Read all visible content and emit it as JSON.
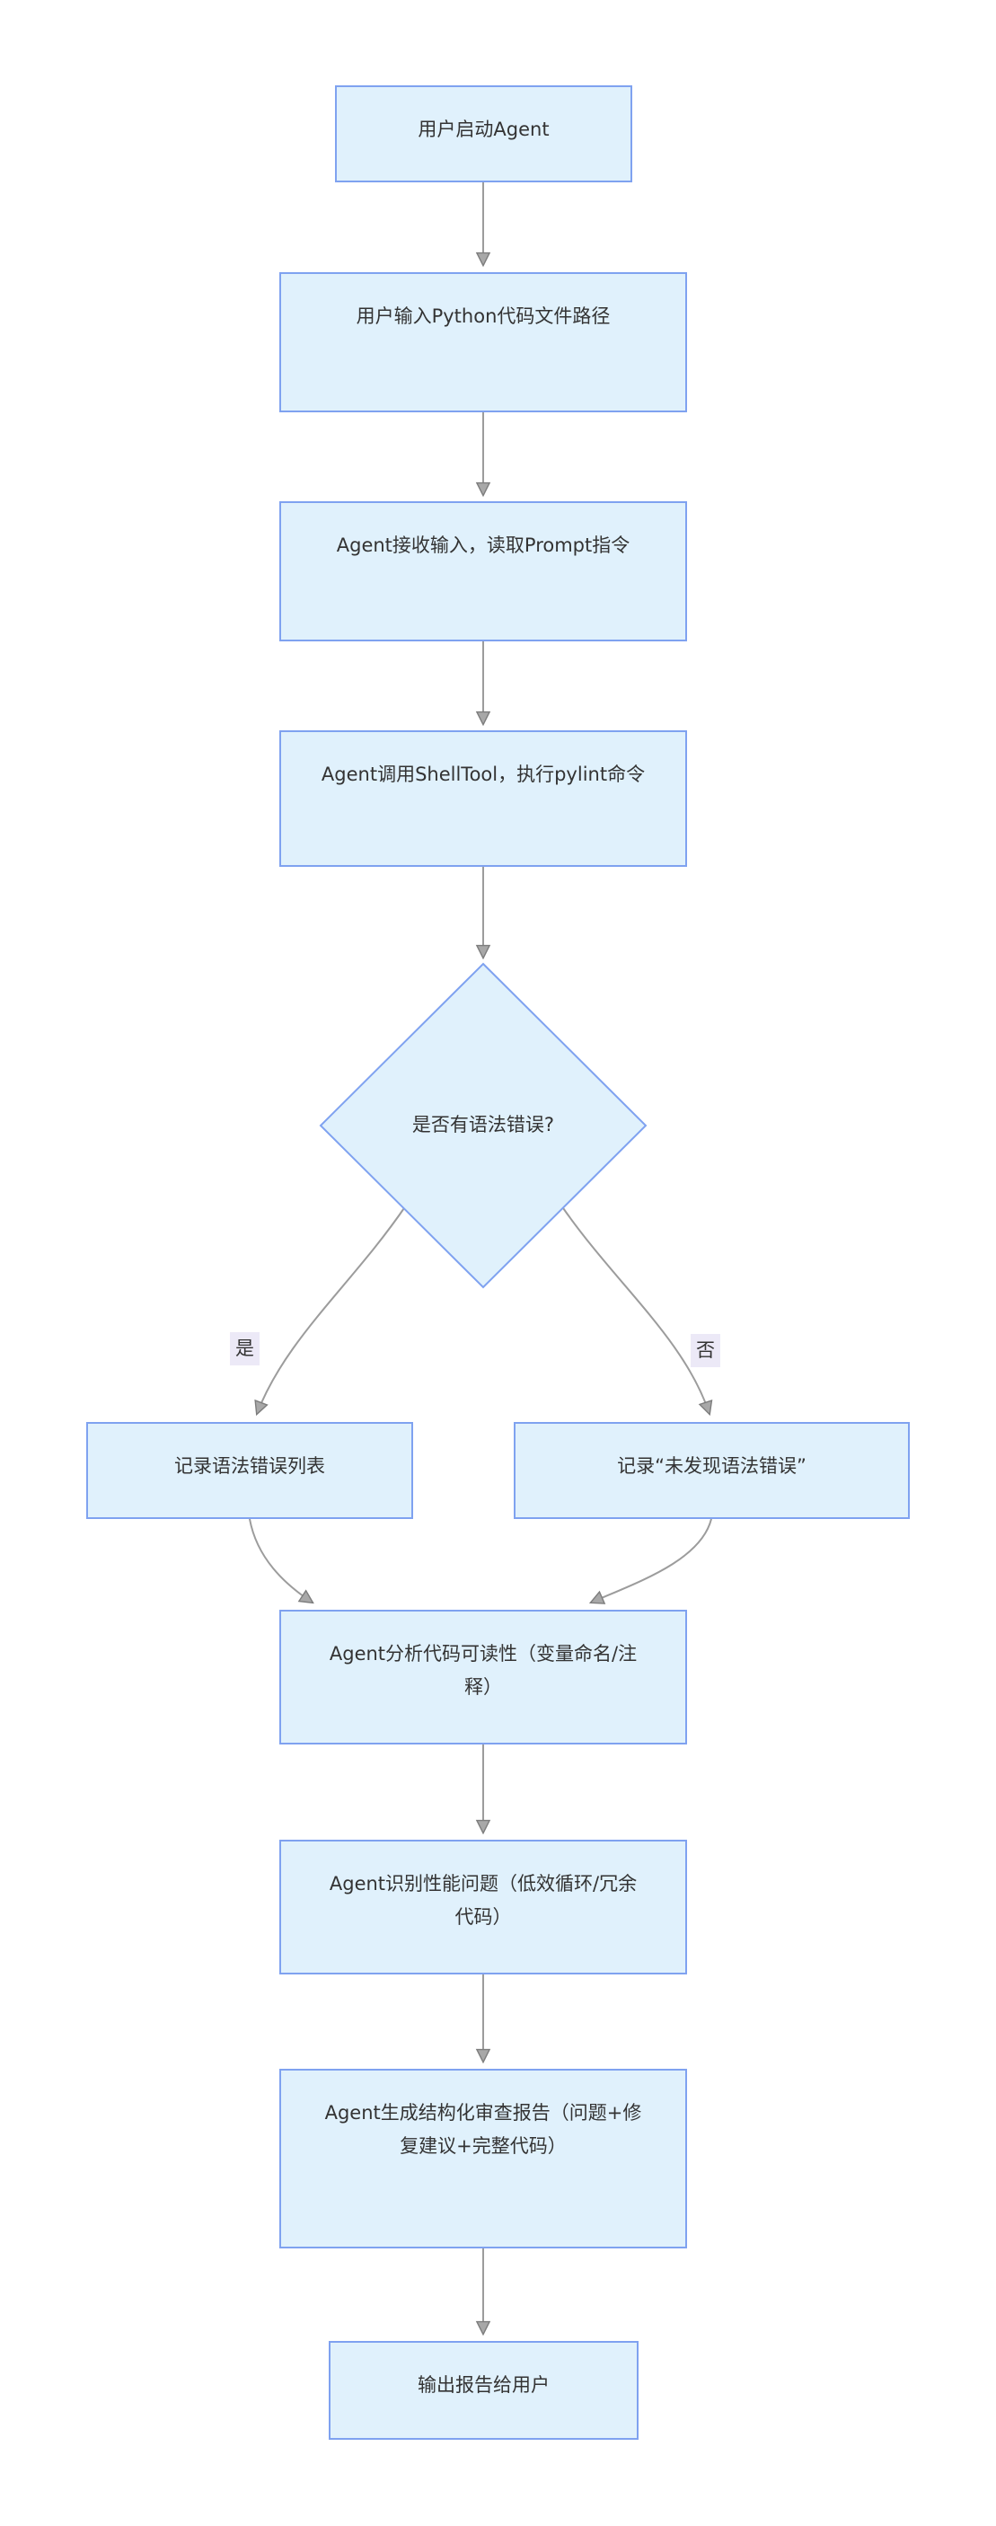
{
  "diagram": {
    "type": "flowchart",
    "direction": "top-down",
    "nodes": [
      {
        "id": "start",
        "label": "用户启动Agent",
        "shape": "rect"
      },
      {
        "id": "input",
        "label": "用户输入Python代码文件路径",
        "shape": "rect"
      },
      {
        "id": "receive",
        "label": "Agent接收输入，读取Prompt指令",
        "shape": "rect"
      },
      {
        "id": "pylint",
        "label": "Agent调用ShellTool，执行pylint命令",
        "shape": "rect"
      },
      {
        "id": "decision",
        "label": "是否有语法错误?",
        "shape": "diamond"
      },
      {
        "id": "record_errors",
        "label": "记录语法错误列表",
        "shape": "rect"
      },
      {
        "id": "record_clean",
        "label": "记录“未发现语法错误”",
        "shape": "rect"
      },
      {
        "id": "readability",
        "label": "Agent分析代码可读性（变量命名/注\n释）",
        "shape": "rect"
      },
      {
        "id": "performance",
        "label": "Agent识别性能问题（低效循环/冗余\n代码）",
        "shape": "rect"
      },
      {
        "id": "report",
        "label": "Agent生成结构化审查报告（问题+修\n复建议+完整代码）",
        "shape": "rect"
      },
      {
        "id": "output",
        "label": "输出报告给用户",
        "shape": "rect"
      }
    ],
    "edge_labels": [
      {
        "id": "yes",
        "label": "是"
      },
      {
        "id": "no",
        "label": "否"
      }
    ],
    "colors": {
      "node_fill": "#e0f1fc",
      "node_border": "#7fa2f0",
      "edge": "#9c9c9c",
      "edge_label_bg": "#ece9f7",
      "text": "#333333",
      "background": "#ffffff"
    }
  }
}
